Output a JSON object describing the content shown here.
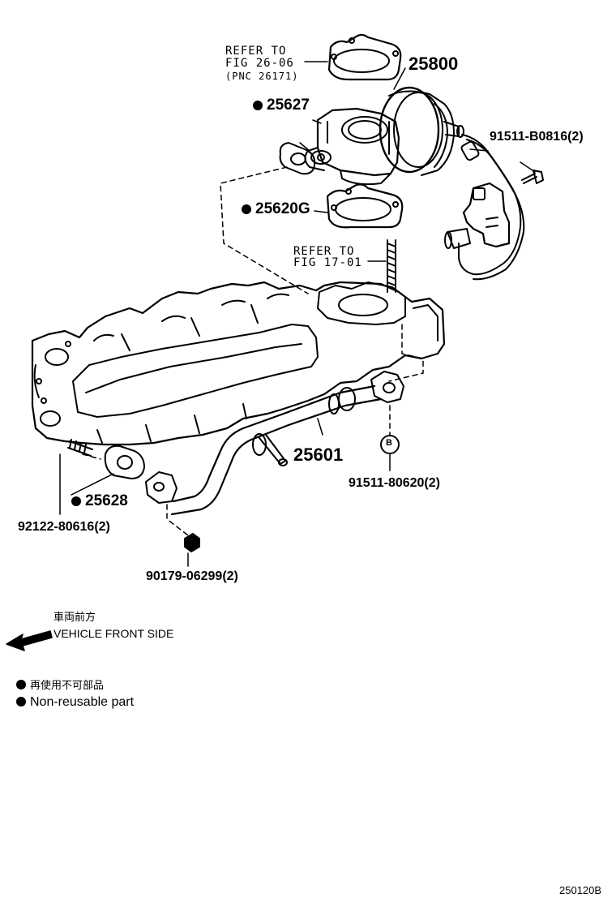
{
  "refs": {
    "fig_26_06": [
      "REFER TO",
      "FIG 26-06",
      "(PNC 26171)"
    ],
    "fig_17_01": [
      "REFER TO",
      "FIG 17-01"
    ]
  },
  "parts": {
    "p25800": "25800",
    "p25627": "25627",
    "p91511_b0816": "91511-B0816(2)",
    "p25620g": "25620G",
    "p25601": "25601",
    "p91511_80620": "91511-80620(2)",
    "p25628": "25628",
    "p92122": "92122-80616(2)",
    "p90179": "90179-06299(2)"
  },
  "marker_b": "B",
  "direction": {
    "jp": "車両前方",
    "en": "VEHICLE FRONT SIDE"
  },
  "legend": {
    "jp": "再使用不可部品",
    "en": "Non-reusable part"
  },
  "figure_code": "250120B"
}
